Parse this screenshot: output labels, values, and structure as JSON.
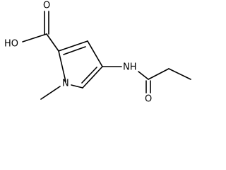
{
  "molecule": {
    "labels": {
      "hydroxyl": "HO",
      "carbonyl_oxygen_acid": "O",
      "ring_nitrogen": "N",
      "amide_nh": "NH",
      "carbonyl_oxygen_amide": "O"
    }
  }
}
